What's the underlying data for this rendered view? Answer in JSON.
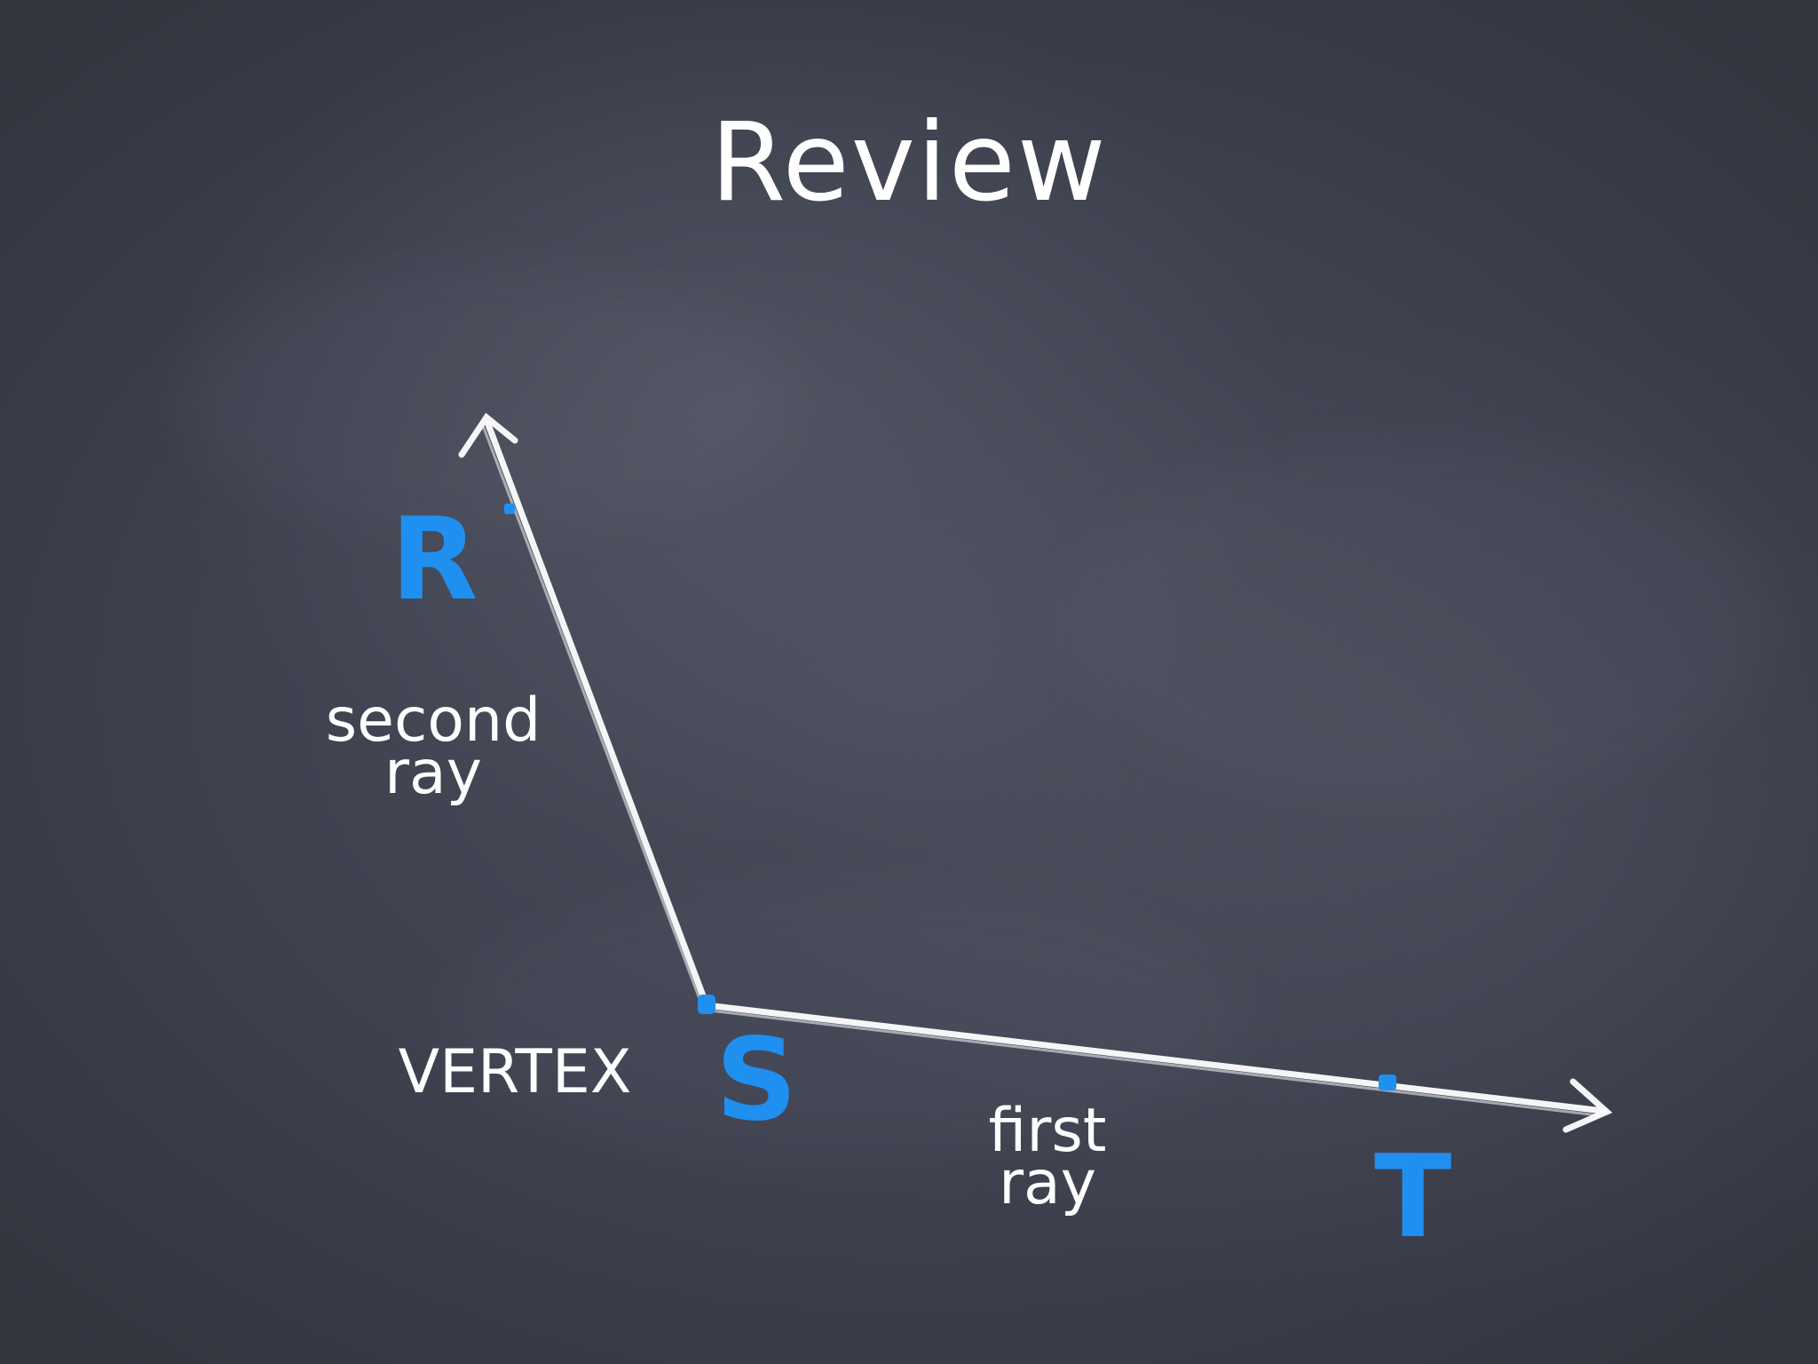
{
  "slide": {
    "title": "Review",
    "background_color": "#3e4150",
    "accent_color": "#1f8ff0",
    "chalk_color": "#ffffff"
  },
  "diagram": {
    "points": {
      "R": "R",
      "S": "S",
      "T": "T"
    },
    "labels": {
      "second_ray_line1": "second",
      "second_ray_line2": "ray",
      "first_ray_line1": "first",
      "first_ray_line2": "ray",
      "vertex": "VERTEX"
    }
  }
}
